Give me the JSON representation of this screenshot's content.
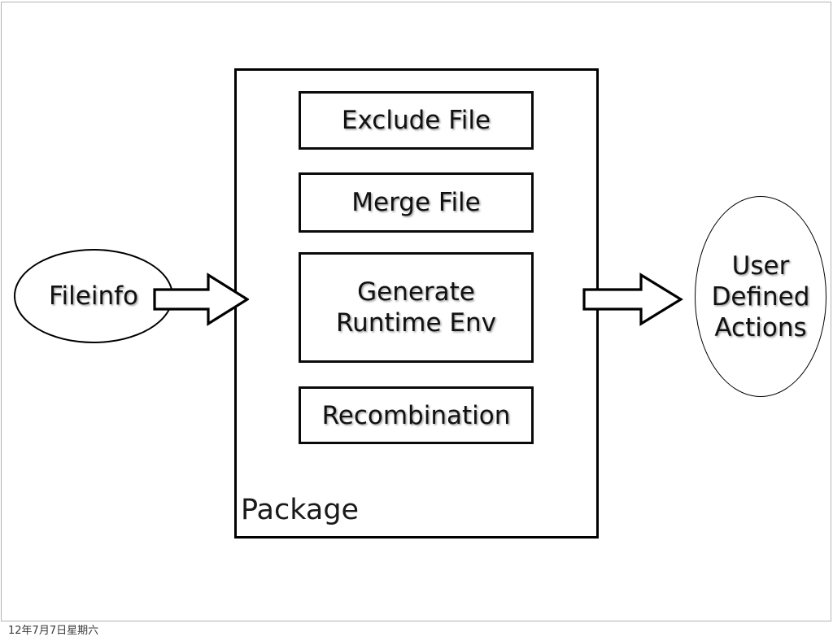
{
  "slide": {
    "footer_date": "12年7月7日星期六",
    "frame_color": "#b3b3b3",
    "background": "#ffffff",
    "stroke_color": "#000000"
  },
  "diagram": {
    "type": "flow-diagram",
    "input_actor": {
      "label": "Fileinfo",
      "shape": "ellipse"
    },
    "container": {
      "label": "Package",
      "shape": "rectangle",
      "steps": [
        {
          "label": "Exclude File"
        },
        {
          "label": "Merge File"
        },
        {
          "label": "Generate\nRuntime Env"
        },
        {
          "label": "Recombination"
        }
      ]
    },
    "output_actor": {
      "label": "User\nDefined\nActions",
      "shape": "ellipse"
    },
    "arrows": [
      {
        "name": "fileinfo-to-package",
        "direction": "right"
      },
      {
        "name": "package-to-actions",
        "direction": "right"
      }
    ]
  }
}
